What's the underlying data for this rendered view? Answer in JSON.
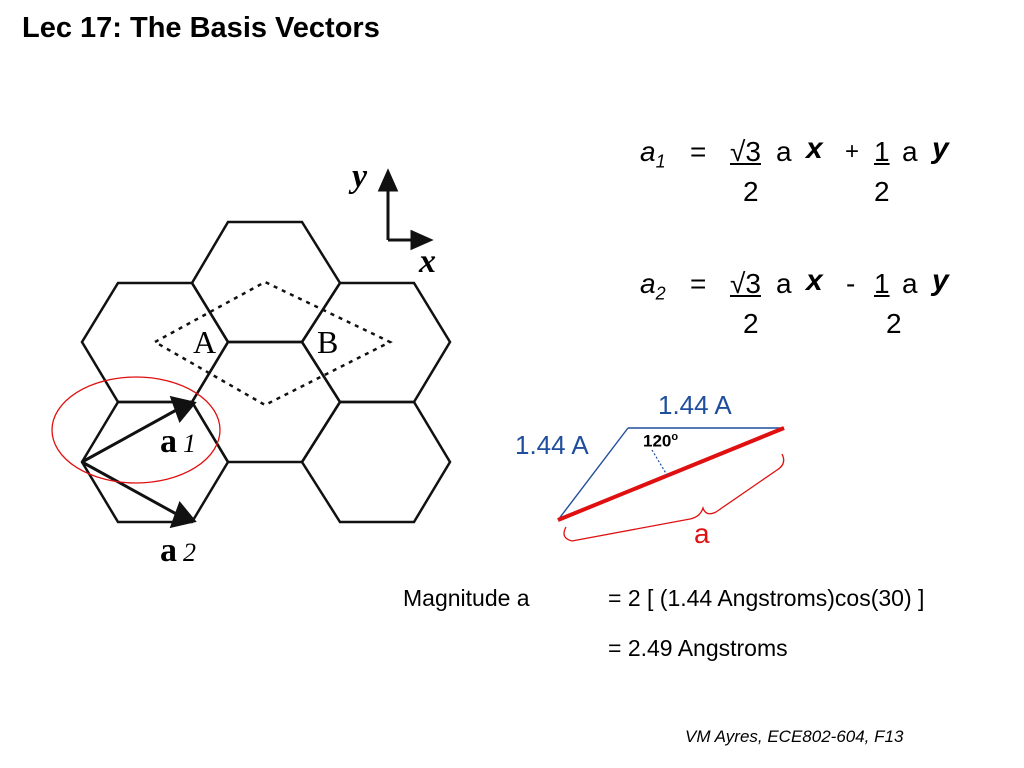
{
  "title": "Lec 17: The Basis Vectors",
  "lattice": {
    "label_A": "A",
    "label_B": "B",
    "axis_y": "y",
    "axis_x": "x",
    "a1_main": "a",
    "a1_sub": "1",
    "a2_main": "a",
    "a2_sub": "2"
  },
  "eq1": {
    "lhs": "a",
    "lhs_sub": "1",
    "equals": "=",
    "num1": "√3",
    "den1": "2",
    "a1": "a",
    "x": "x",
    "op": "+",
    "num2": "1",
    "den2": "2",
    "a2": "a",
    "y": "y"
  },
  "eq2": {
    "lhs": "a",
    "lhs_sub": "2",
    "equals": "=",
    "num1": "√3",
    "den1": "2",
    "a1": "a",
    "x": "x",
    "op": "-",
    "num2": "1",
    "den2": "2",
    "a2": "a",
    "y": "y"
  },
  "triangle": {
    "top_side": "1.44 A",
    "left_side": "1.44 A",
    "angle": "120",
    "angle_sup": "o",
    "base": "a",
    "colors": {
      "side": "#1f4e9c",
      "base": "#e01010"
    }
  },
  "magnitude": {
    "label": "Magnitude a",
    "line1": "= 2 [ (1.44 Angstroms)cos(30) ]",
    "line2": "=  2.49 Angstroms"
  },
  "footer": "VM Ayres, ECE802-604, F13"
}
